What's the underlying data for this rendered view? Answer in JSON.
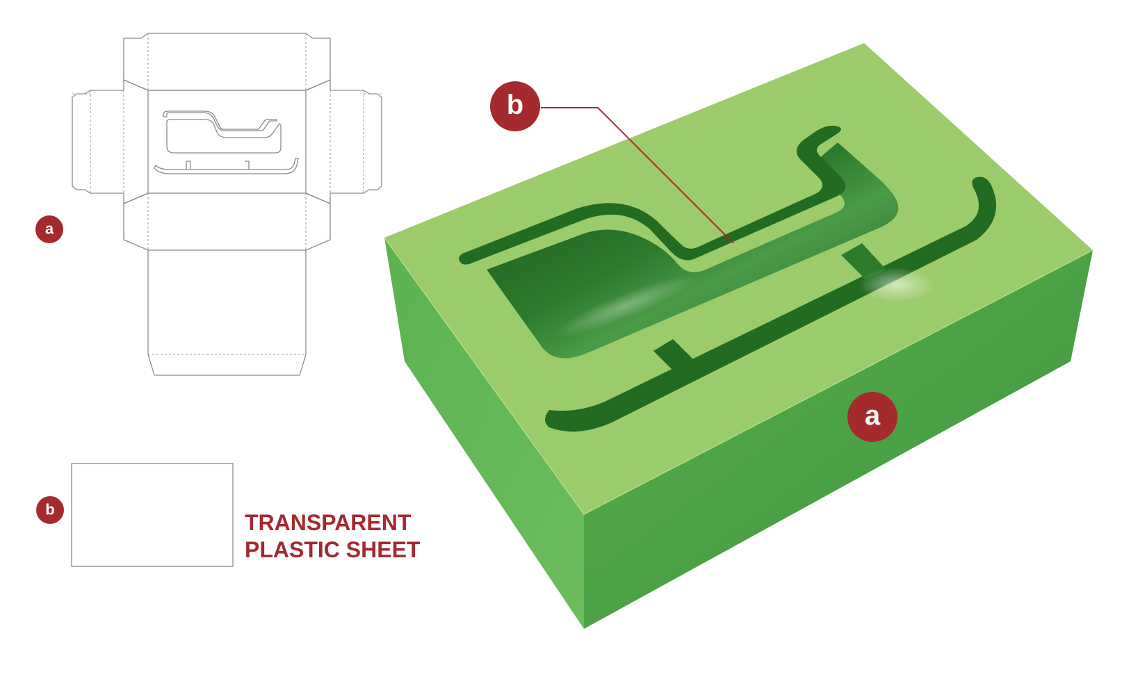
{
  "labels": {
    "part_a": "a",
    "part_b": "b"
  },
  "caption": {
    "line1": "TRANSPARENT",
    "line2": "PLASTIC SHEET"
  },
  "colors": {
    "badge": "#a52a2e",
    "caption": "#a52a2e",
    "box_top": "#9ccb6b",
    "box_left": "#5aae4c",
    "box_front": "#4a9e42",
    "window_dark": "#1e5a1e",
    "dieline": "#8a8a8a",
    "callout_line": "#a52a2e"
  },
  "icons": {
    "sleigh_window": "sleigh-shape-icon"
  }
}
